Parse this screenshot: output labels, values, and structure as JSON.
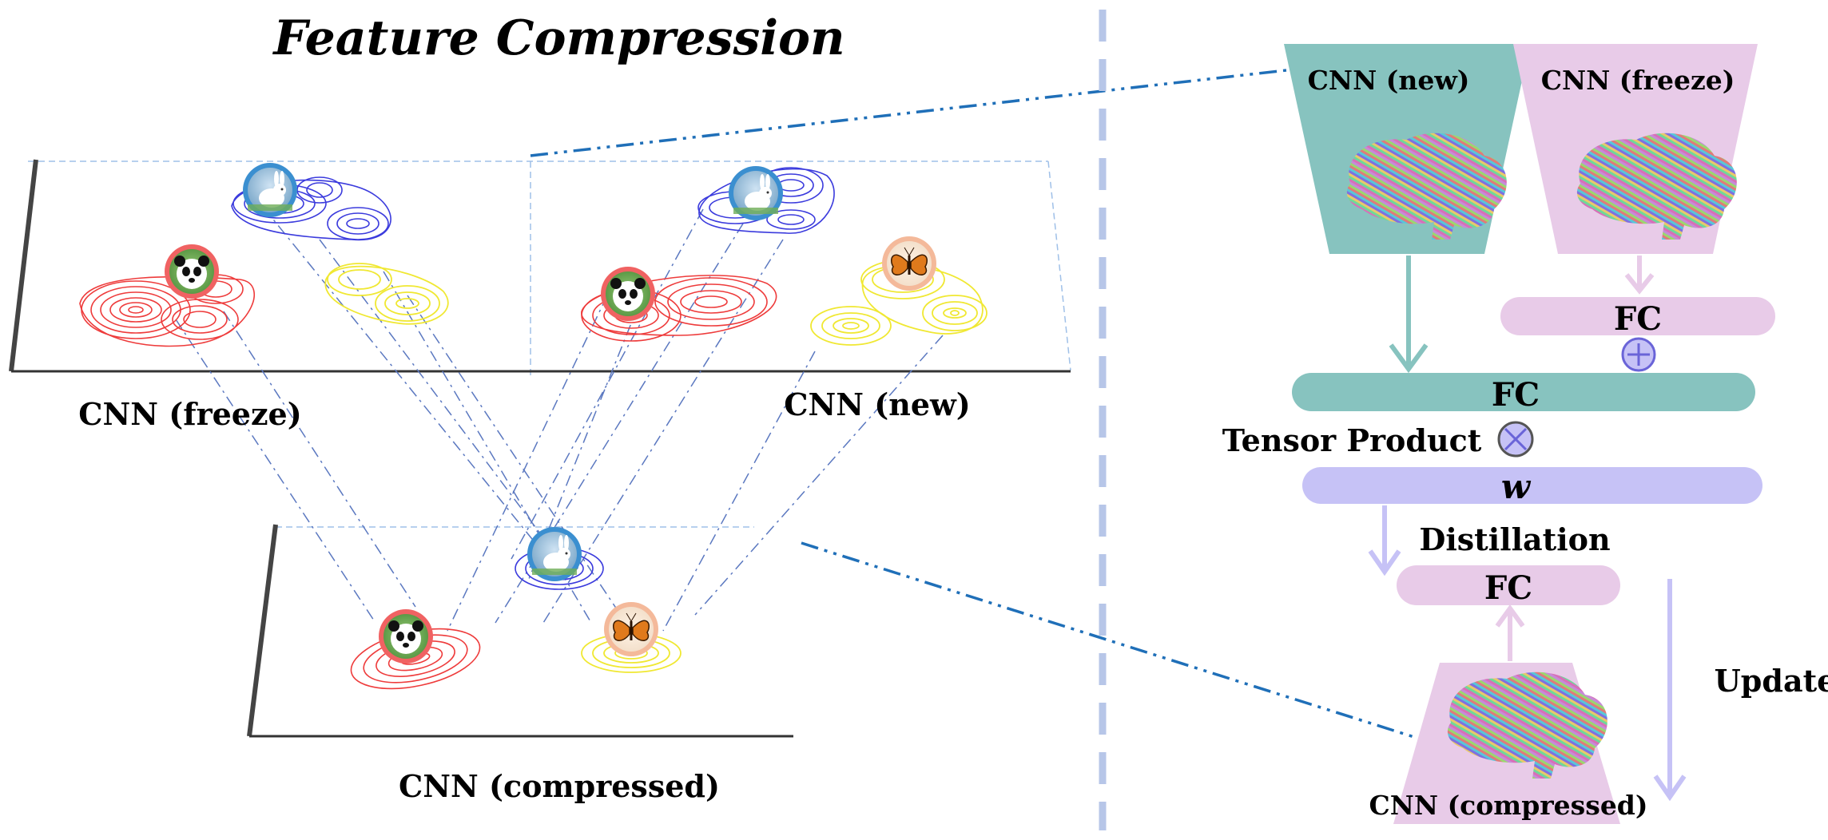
{
  "left_panel": {
    "title": "Feature Compression",
    "plane_freeze_label": "CNN (freeze)",
    "plane_new_label": "CNN (new)",
    "plane_compressed_label": "CNN (compressed)"
  },
  "right_panel": {
    "cnn_new_label": "CNN (new)",
    "cnn_freeze_label": "CNN (freeze)",
    "fc_freeze_label": "FC",
    "fc_main_label": "FC",
    "tensor_product_label": "Tensor Product",
    "w_label": "w",
    "distillation_label": "Distillation",
    "fc_distill_label": "FC",
    "update_label": "Update",
    "cnn_compressed_label": "CNN (compressed)"
  },
  "colors": {
    "teal": "#87c3bf",
    "pink": "#e8cbe8",
    "lavender": "#c6c2f6",
    "link_blue": "#1f6fb8",
    "divider": "#b7c6e8",
    "red_contour": "#ee3b3b",
    "blue_contour": "#3b3bdd",
    "yellow_contour": "#f0e832"
  }
}
